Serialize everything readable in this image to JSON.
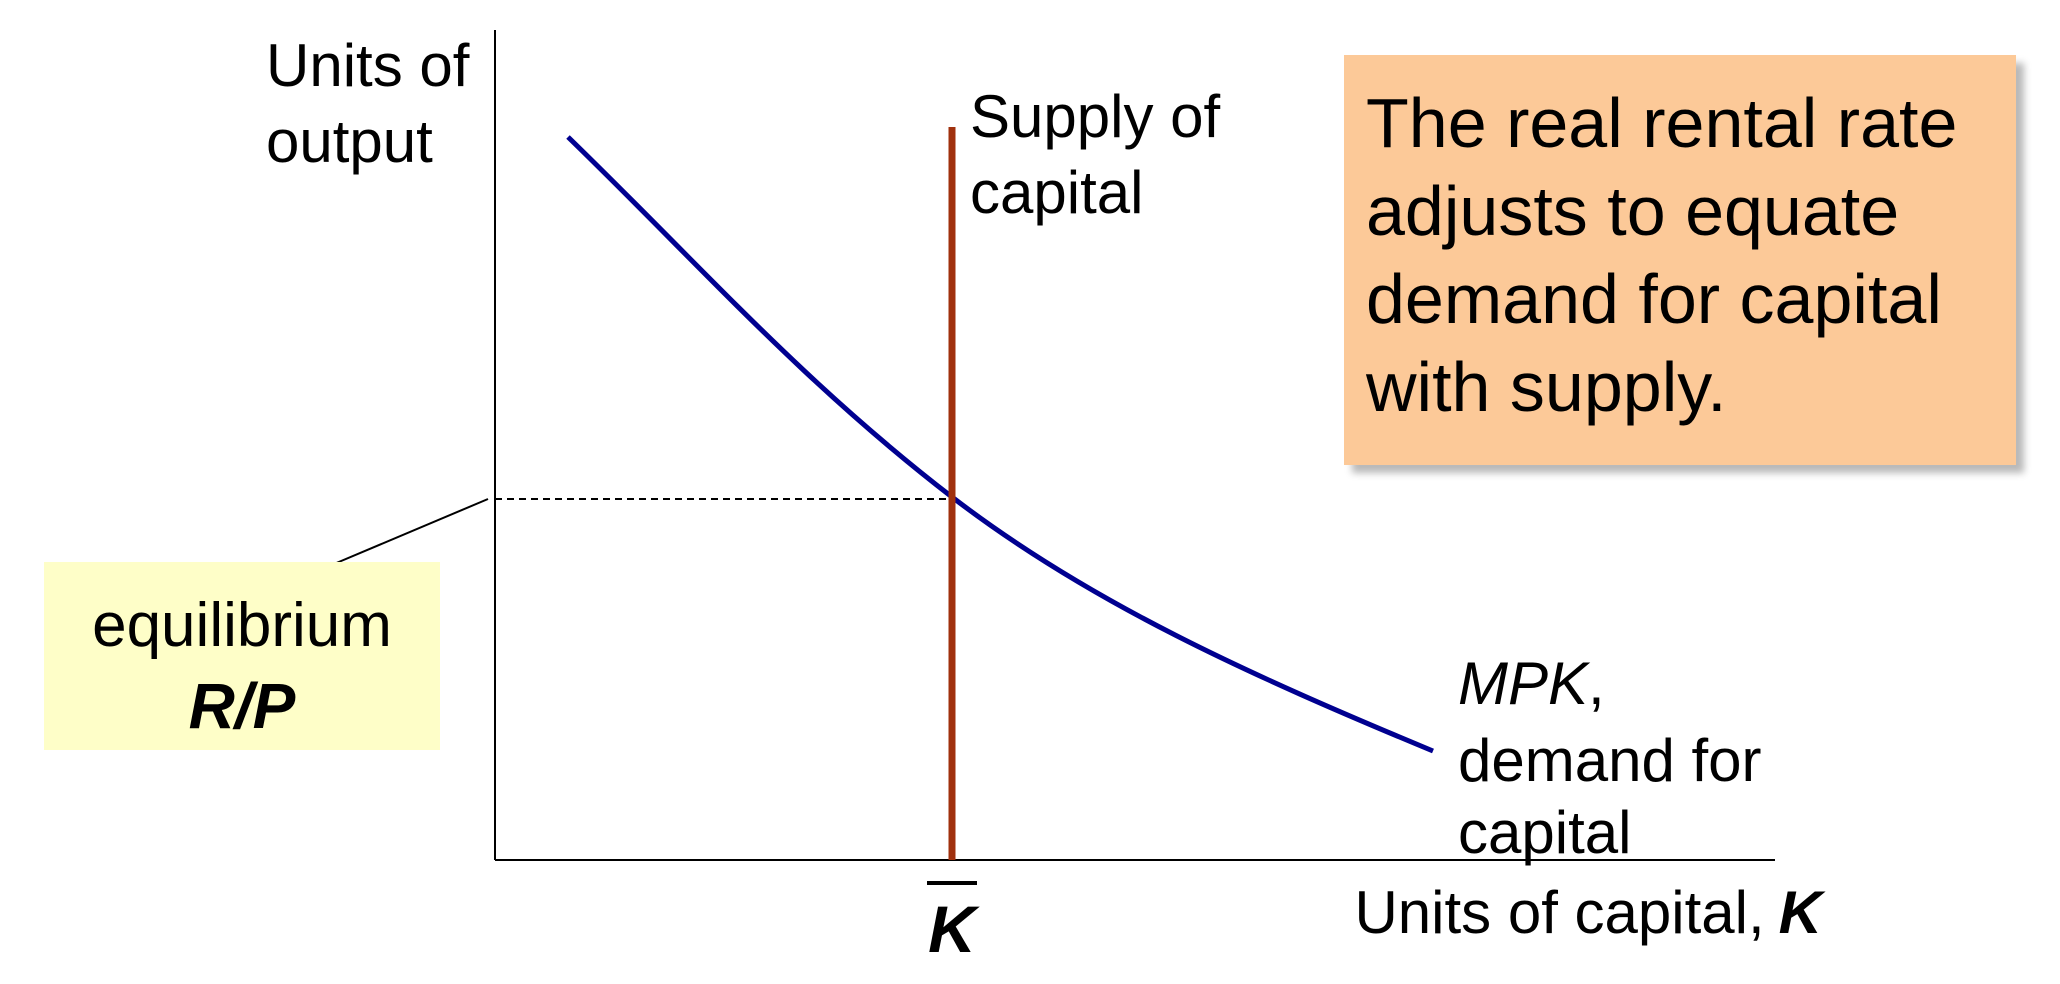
{
  "axes": {
    "y_label_line1": "Units of",
    "y_label_line2": "output",
    "x_label_text": "Units of capital,",
    "x_label_symbol": "K",
    "tick_label": "K"
  },
  "curves": {
    "supply_label_line1": "Supply of",
    "supply_label_line2": "capital",
    "demand_label_mpk": "MPK",
    "demand_label_comma": ",",
    "demand_label_line2": "demand for",
    "demand_label_line3": "capital"
  },
  "equilibrium_box": {
    "line1": "equilibrium",
    "line2": "R/P"
  },
  "callout": {
    "text": "The real rental rate adjusts to equate demand for capital with supply."
  },
  "colors": {
    "axis": "#000000",
    "demand_curve": "#000090",
    "supply_line": "#a0310e",
    "callout_bg": "#fcc998",
    "equilibrium_bg": "#fefec8"
  }
}
